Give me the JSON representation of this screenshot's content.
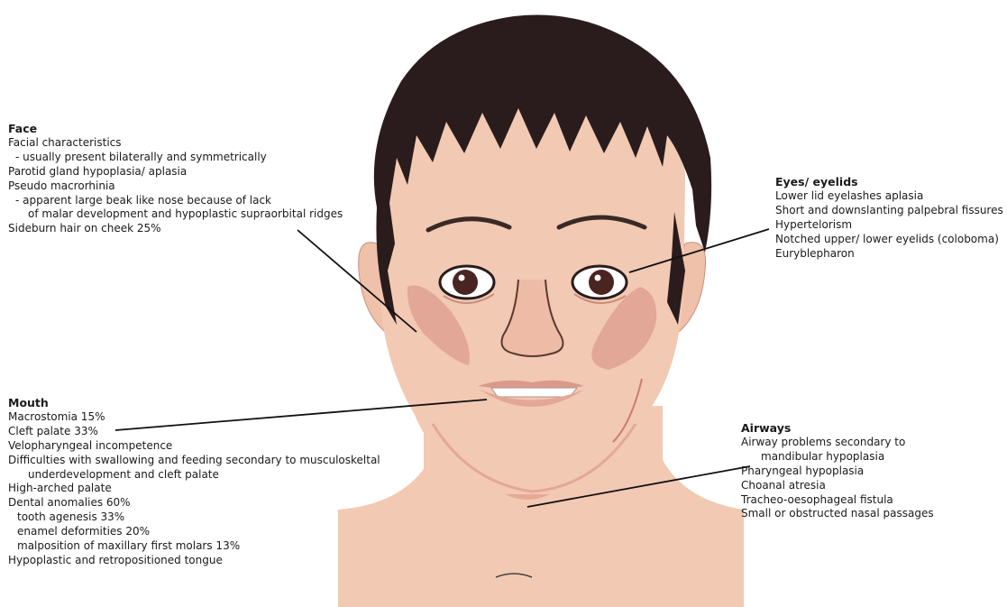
{
  "face": {
    "title": "Face",
    "lines": [
      "Facial characteristics",
      "- usually present bilaterally and symmetrically",
      "Parotid gland hypoplasia/ aplasia",
      "Pseudo macrorhinia",
      "- apparent large beak like nose because of lack",
      "of malar development and hypoplastic supraorbital ridges",
      "Sideburn hair on cheek 25%"
    ]
  },
  "eyes": {
    "title": "Eyes/ eyelids",
    "lines": [
      "Lower lid eyelashes aplasia",
      "Short and downslanting palpebral fissures",
      "Hypertelorism",
      "Notched upper/ lower eyelids (coloboma)",
      "Euryblepharon"
    ]
  },
  "mouth": {
    "title": "Mouth",
    "lines": [
      "Macrostomia 15%",
      "Cleft palate 33%",
      "Velopharyngeal incompetence",
      "Difficulties with swallowing and feeding secondary to musculoskeltal",
      "underdevelopment and cleft palate",
      "High-arched palate",
      "Dental anomalies 60%",
      "tooth agenesis 33%",
      "enamel deformities 20%",
      "malposition of maxillary first molars 13%",
      "Hypoplastic and retropositioned tongue"
    ]
  },
  "airways": {
    "title": "Airways",
    "lines": [
      "Airway problems secondary to",
      "mandibular hypoplasia",
      "Pharyngeal hypoplasia",
      "Choanal atresia",
      "Tracheo-oesophageal fistula",
      "Small or obstructed nasal passages"
    ]
  },
  "colors": {
    "skin": "#f2c9b3",
    "skin_shadow": "#e6a995",
    "hair": "#2a1c1c",
    "iris": "#4a2420",
    "lip": "#d99a8c",
    "leader_line": "#111111"
  }
}
